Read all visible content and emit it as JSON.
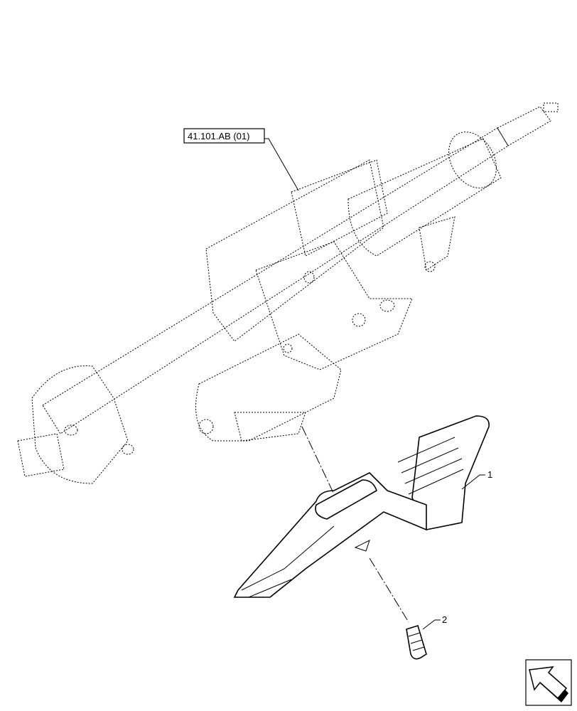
{
  "reference_label": "41.101.AB (01)",
  "callouts": [
    {
      "number": "1"
    },
    {
      "number": "2"
    }
  ],
  "nav_icon": "previous-view-arrow-icon"
}
